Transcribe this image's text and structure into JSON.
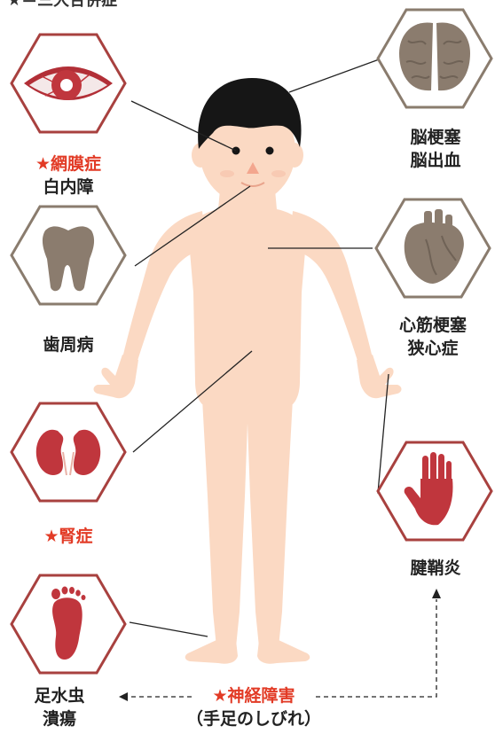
{
  "colors": {
    "accent_red": "#e23b26",
    "hex_border_red": "#a8413f",
    "hex_border_brown": "#8a7c6e",
    "skin": "#fbd9c3",
    "organ_red": "#c0363d",
    "organ_brown": "#8b7c6e",
    "hair": "#161616",
    "text": "#222222"
  },
  "legend": {
    "text": "★＝三大合併症"
  },
  "labels": {
    "eye": {
      "line1": "★網膜症",
      "line2": "白内障"
    },
    "tooth": {
      "line1": "歯周病"
    },
    "kidney": {
      "line1": "★腎症"
    },
    "foot": {
      "line1": "足水虫",
      "line2": "潰瘍"
    },
    "brain": {
      "line1": "脳梗塞",
      "line2": "脳出血"
    },
    "heart": {
      "line1": "心筋梗塞",
      "line2": "狭心症"
    },
    "hand": {
      "line1": "腱鞘炎"
    },
    "nerve": {
      "line1": "★神経障害",
      "line2": "（手足のしびれ）"
    }
  },
  "icons": {
    "eye": "eye-icon",
    "tooth": "tooth-icon",
    "kidney": "kidneys-icon",
    "foot": "foot-icon",
    "brain": "brain-icon",
    "heart": "heart-icon",
    "hand": "hand-icon"
  }
}
